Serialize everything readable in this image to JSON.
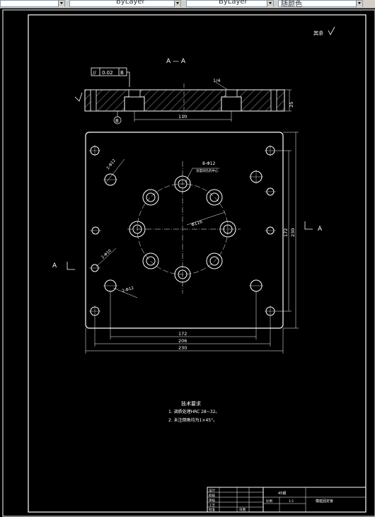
{
  "toolbar": {
    "dropdown_1": "",
    "dropdown_2": "ByLayer",
    "dropdown_3": "ByLayer",
    "dropdown_4": "随颜色"
  },
  "drawing": {
    "section_title": "A — A",
    "roughness_note": "其余",
    "tolerance_frame": {
      "symbol": "//",
      "value": "0.02",
      "datum": "B"
    },
    "datum_marker": "B",
    "dims": {
      "thickness": "25",
      "inner_width": "110",
      "chamfer": "1/4",
      "hole_pattern_diameter": "Φ116",
      "pattern_holes": "8-Φ12",
      "pattern_holes_note": "深度同孔的中心",
      "edge_holes_top": "2-Φ12",
      "edge_holes_left": "2-Φ10",
      "edge_holes_bottom": "2-Φ12",
      "w172": "172",
      "w206": "206",
      "w230": "230",
      "h172": "172",
      "h230": "230"
    },
    "section_marker": "A",
    "tech_requirements": {
      "title": "技术要求",
      "item1": "1. 调质处理HRC 28~32。",
      "item2": "2. 未注倒角均为1×45°。"
    },
    "title_block": {
      "r1c1": "设计",
      "r2c1": "校核",
      "r3c1": "审核",
      "r4c1": "工艺",
      "r5c1": "批准",
      "r5c2": "日期",
      "material": "45钢",
      "scale_label": "比例",
      "scale_value": "1:1",
      "part_name": "模座固定板"
    }
  }
}
